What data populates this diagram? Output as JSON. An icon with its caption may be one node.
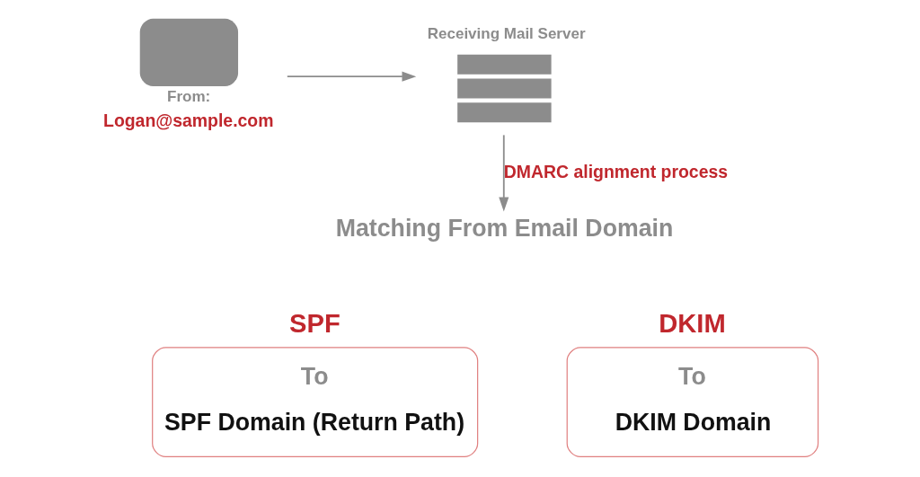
{
  "diagram": {
    "nodes": [
      {
        "text": [],
        "shape": "envelope",
        "beside": [
          "From:",
          "Logan@sample.com"
        ]
      },
      {
        "text": [],
        "shape": "server",
        "beside": [
          "Receiving Mail Server"
        ]
      },
      {
        "text": [
          "Matching From Email Domain"
        ]
      },
      {
        "text": [
          "SPF",
          "To",
          "SPF Domain (Return Path)"
        ]
      },
      {
        "text": [
          "DKIM",
          "To",
          "DKIM Domain"
        ]
      }
    ],
    "edges": [
      {
        "from": 0,
        "to": 1,
        "arrow": "to"
      },
      {
        "from": 1,
        "to": 2,
        "arrow": "to",
        "label": "DMARC alignment process"
      }
    ]
  }
}
